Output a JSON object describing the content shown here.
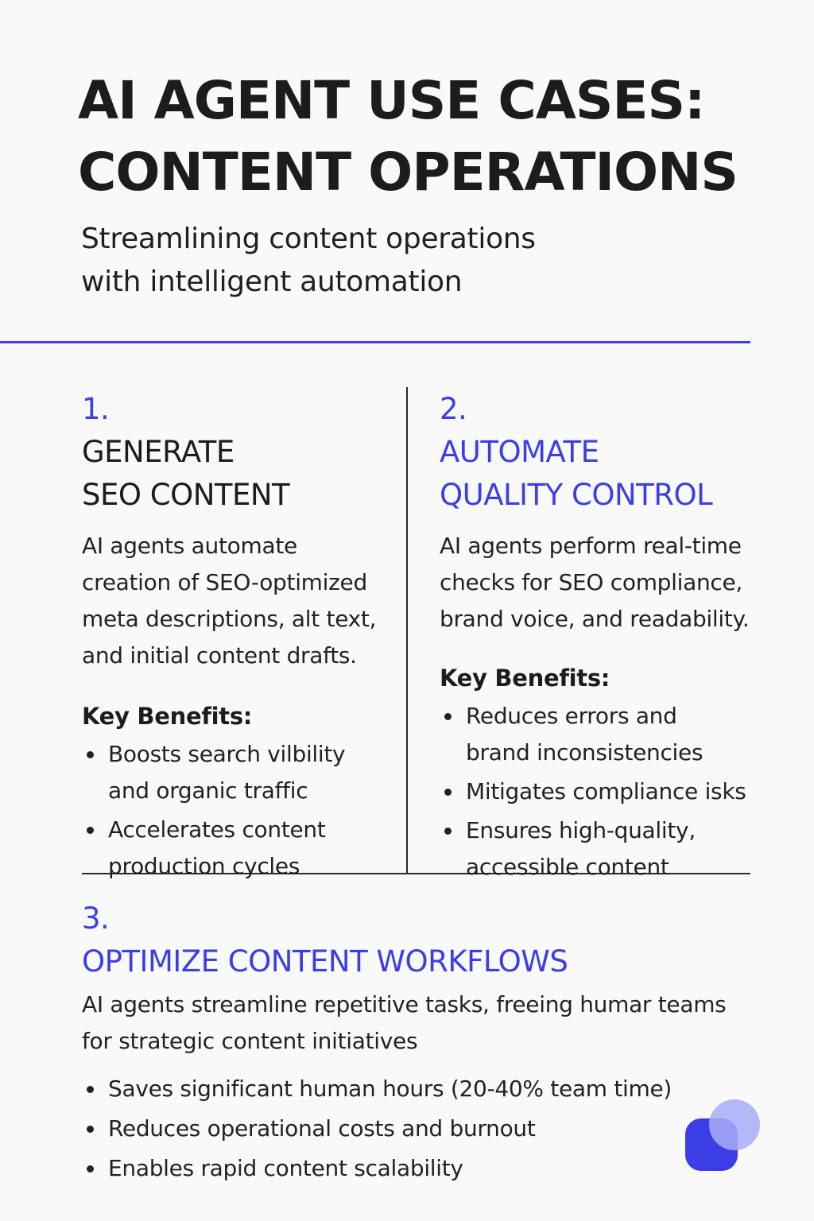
{
  "header": {
    "title_lines": [
      "AI AGENT USE CASES:",
      "CONTENT OPERATIONS"
    ],
    "subtitle_lines": [
      "Streamlining content operations",
      "with intelligent automation"
    ]
  },
  "sections": [
    {
      "number": "1.",
      "heading_lines": [
        "GENERATE",
        "SEO CONTENT"
      ],
      "description_lines": [
        "AI agents automate",
        "creation of SEO-optimized",
        "meta descriptions, alt text,",
        "and initial content drafts."
      ],
      "benefits_label": "Key Benefits:",
      "benefits": [
        [
          "Boosts search vilbility",
          "and organic traffic"
        ],
        [
          "Accelerates content",
          "production cycles"
        ]
      ]
    },
    {
      "number": "2.",
      "heading_lines": [
        "AUTOMATE",
        "QUALITY CONTROL"
      ],
      "description_lines": [
        "AI agents perform real-time",
        "checks for SEO compliance,",
        "brand voice, and readability."
      ],
      "benefits_label": "Key Benefits:",
      "benefits": [
        [
          "Reduces errors and",
          "brand inconsistencies"
        ],
        [
          "Mitigates compliance isks"
        ],
        [
          "Ensures high-quality,",
          "accessible content"
        ]
      ]
    },
    {
      "number": "3.",
      "heading": "OPTIMIZE CONTENT WORKFLOWS",
      "description_lines": [
        "AI agents streamline repetitive tasks, freeing humar teams",
        "for strategic content initiatives"
      ],
      "benefits": [
        "Saves significant human hours (20-40% team time)",
        "Reduces operational costs and burnout",
        "Enables rapid content scalability"
      ]
    }
  ],
  "colors": {
    "accent": "#3b3ee6",
    "text": "#1c1c1e",
    "background": "#f9f9fa",
    "logo_light": "#a9adf7",
    "logo_dark": "#3b3ee6"
  },
  "icons": {
    "logo": "overlapping-shapes-logo-icon"
  }
}
